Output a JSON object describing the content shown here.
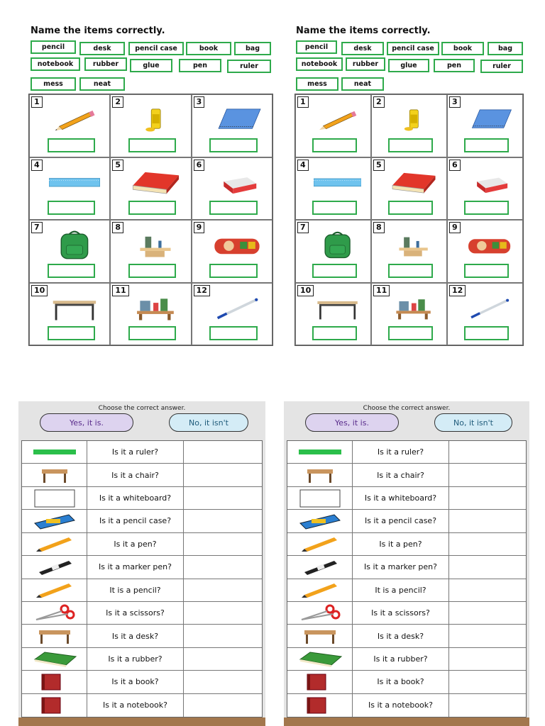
{
  "vocab": {
    "title": "Name the items correctly.",
    "words": [
      "pencil",
      "desk",
      "pencil case",
      "book",
      "bag",
      "notebook",
      "rubber",
      "glue",
      "pen",
      "ruler",
      "mess",
      "neat"
    ],
    "cells": [
      {
        "num": "1",
        "icon": "pencil-icon"
      },
      {
        "num": "2",
        "icon": "glue-stick-icon"
      },
      {
        "num": "3",
        "icon": "notebook-icon"
      },
      {
        "num": "4",
        "icon": "ruler-icon"
      },
      {
        "num": "5",
        "icon": "book-icon"
      },
      {
        "num": "6",
        "icon": "rubber-icon"
      },
      {
        "num": "7",
        "icon": "bag-icon"
      },
      {
        "num": "8",
        "icon": "neat-desk-icon"
      },
      {
        "num": "9",
        "icon": "pencil-case-icon"
      },
      {
        "num": "10",
        "icon": "desk-icon"
      },
      {
        "num": "11",
        "icon": "messy-desk-icon"
      },
      {
        "num": "12",
        "icon": "pen-icon"
      }
    ]
  },
  "quiz": {
    "heading": "Choose the correct answer.",
    "yes": "Yes, it is.",
    "no": "No, it isn't",
    "rows": [
      {
        "icon": "ruler-icon",
        "question": "Is it a ruler?"
      },
      {
        "icon": "table-icon",
        "question": "Is it a chair?"
      },
      {
        "icon": "whiteboard-icon",
        "question": "Is it a whiteboard?"
      },
      {
        "icon": "pencil-case-icon",
        "question": "Is it a pencil case?"
      },
      {
        "icon": "pencil-icon",
        "question": "Is it a pen?"
      },
      {
        "icon": "marker-icon",
        "question": "Is it a marker pen?"
      },
      {
        "icon": "pencil-icon",
        "question": "It is a pencil?"
      },
      {
        "icon": "scissors-icon",
        "question": "Is it a scissors?"
      },
      {
        "icon": "table-icon",
        "question": "Is it a desk?"
      },
      {
        "icon": "book-icon",
        "question": "Is it a rubber?"
      },
      {
        "icon": "notebook-red-icon",
        "question": "Is it a book?"
      },
      {
        "icon": "notebook-red-icon",
        "question": "Is it a notebook?"
      }
    ]
  },
  "colors": {
    "answer_box": "#2eaa4b",
    "yes_pill": "#ddd3ef",
    "no_pill": "#d4ecf6",
    "floor": "#a3774d"
  }
}
